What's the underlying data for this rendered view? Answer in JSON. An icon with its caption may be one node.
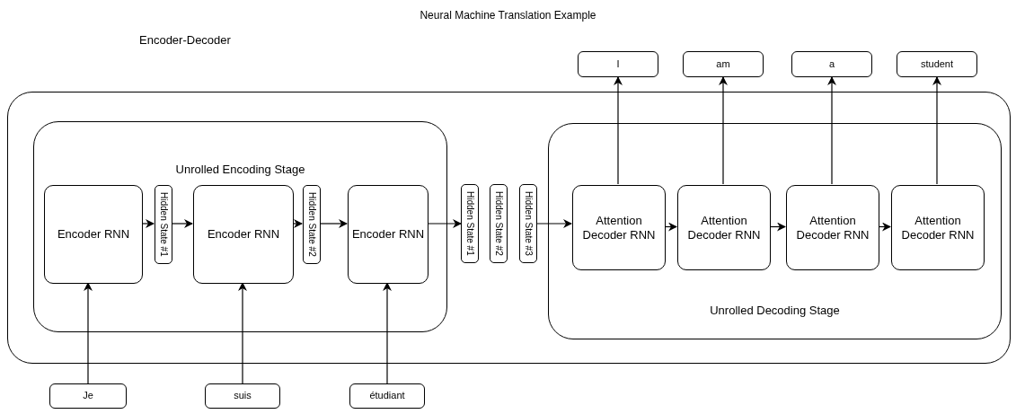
{
  "diagram": {
    "title": "Neural Machine Translation Example",
    "nodes": [
      {
        "text": [
          "Encoder-Decoder"
        ]
      },
      {
        "text": [
          "Unrolled Encoding Stage"
        ],
        "in": 0
      },
      {
        "text": [
          "Encoder RNN"
        ],
        "in": 1
      },
      {
        "text": [
          "Hidden State #1"
        ],
        "in": 1
      },
      {
        "text": [
          "Encoder RNN"
        ],
        "in": 1
      },
      {
        "text": [
          "Hidden State #2"
        ],
        "in": 1
      },
      {
        "text": [
          "Encoder RNN"
        ],
        "in": 1
      },
      {
        "text": [
          "Hidden State #1"
        ],
        "in": 0
      },
      {
        "text": [
          "Hidden State #2"
        ],
        "in": 0
      },
      {
        "text": [
          "Hidden State #3"
        ],
        "in": 0
      },
      {
        "text": [
          "Unrolled Decoding Stage"
        ],
        "in": 0
      },
      {
        "text": [
          "Attention Decoder RNN"
        ],
        "in": 10
      },
      {
        "text": [
          "Attention Decoder RNN"
        ],
        "in": 10
      },
      {
        "text": [
          "Attention Decoder RNN"
        ],
        "in": 10
      },
      {
        "text": [
          "Attention Decoder RNN"
        ],
        "in": 10
      },
      {
        "text": [
          "I"
        ]
      },
      {
        "text": [
          "am"
        ]
      },
      {
        "text": [
          "a"
        ]
      },
      {
        "text": [
          "student"
        ]
      },
      {
        "text": [
          "Je"
        ]
      },
      {
        "text": [
          "suis"
        ]
      },
      {
        "text": [
          "étudiant"
        ]
      }
    ],
    "edges": [
      {
        "from": 19,
        "to": 2,
        "arrow": "to"
      },
      {
        "from": 20,
        "to": 4,
        "arrow": "to"
      },
      {
        "from": 21,
        "to": 6,
        "arrow": "to"
      },
      {
        "from": 2,
        "to": 3,
        "arrow": "to"
      },
      {
        "from": 3,
        "to": 4,
        "arrow": "to"
      },
      {
        "from": 4,
        "to": 5,
        "arrow": "to"
      },
      {
        "from": 5,
        "to": 6,
        "arrow": "to"
      },
      {
        "from": 6,
        "to": 7,
        "arrow": "to"
      },
      {
        "from": 9,
        "to": 11,
        "arrow": "to"
      },
      {
        "from": 11,
        "to": 12,
        "arrow": "to"
      },
      {
        "from": 12,
        "to": 13,
        "arrow": "to"
      },
      {
        "from": 13,
        "to": 14,
        "arrow": "to"
      },
      {
        "from": 11,
        "to": 15,
        "arrow": "to"
      },
      {
        "from": 12,
        "to": 16,
        "arrow": "to"
      },
      {
        "from": 13,
        "to": 17,
        "arrow": "to"
      },
      {
        "from": 14,
        "to": 18,
        "arrow": "to"
      }
    ]
  }
}
